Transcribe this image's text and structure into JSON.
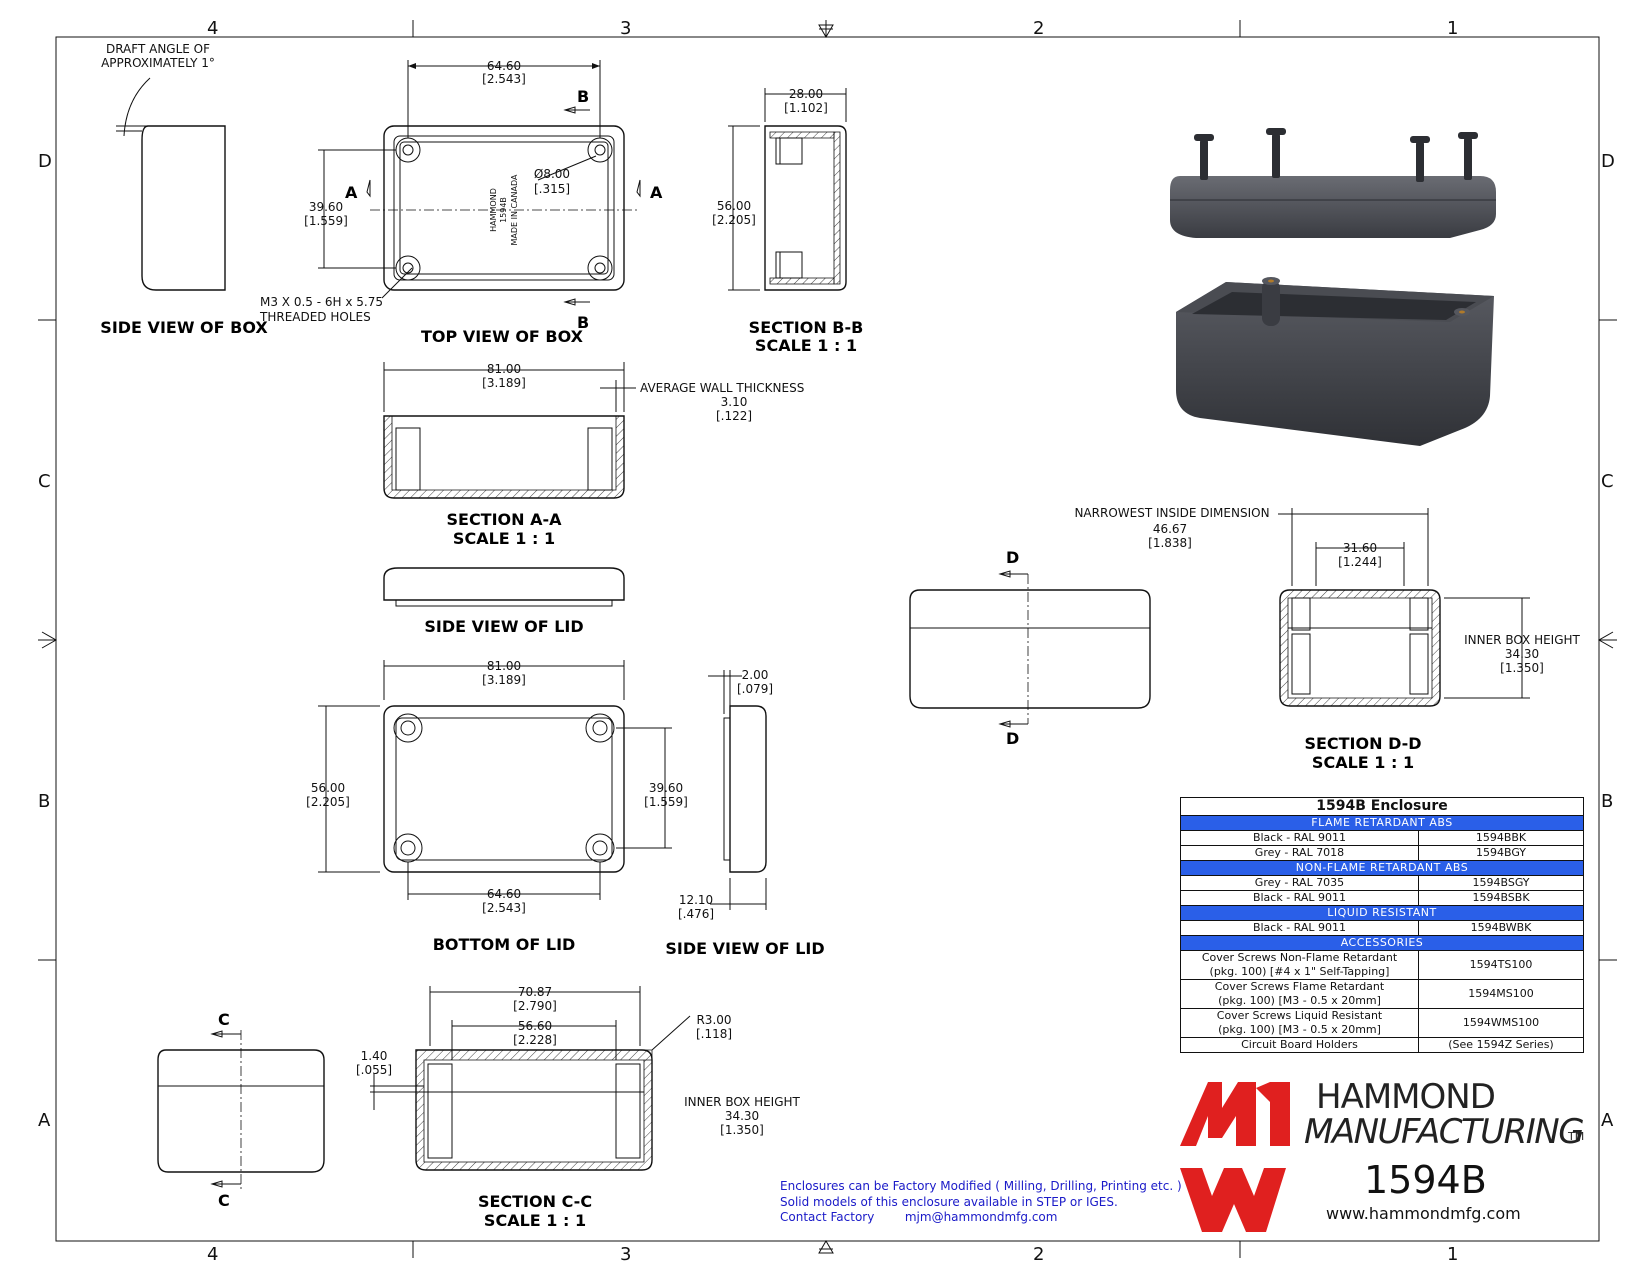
{
  "grid": {
    "columns": [
      "4",
      "3",
      "2",
      "1"
    ],
    "rows": [
      "D",
      "C",
      "B",
      "A"
    ]
  },
  "views": {
    "side_box_title": "SIDE VIEW OF BOX",
    "draft_note_1": "DRAFT ANGLE OF",
    "draft_note_2": "APPROXIMATELY 1°",
    "top_box_title": "TOP VIEW OF BOX",
    "thread_note_1": "M3 X 0.5 - 6H x 5.75",
    "thread_note_2": "THREADED HOLES",
    "section_bb_1": "SECTION  B-B",
    "section_bb_2": "SCALE 1 : 1",
    "section_aa_1": "SECTION  A-A",
    "section_aa_2": "SCALE 1 : 1",
    "side_lid_title": "SIDE VIEW OF LID",
    "bottom_lid_title": "BOTTOM OF LID",
    "side_lid_title_2": "SIDE VIEW OF LID",
    "section_cc_1": "SECTION  C-C",
    "section_cc_2": "SCALE 1 : 1",
    "section_dd_1": "SECTION  D-D",
    "section_dd_2": "SCALE 1 : 1",
    "wall_note": "AVERAGE  WALL THICKNESS",
    "narrow_note": "NARROWEST INSIDE DIMENSION",
    "inner_height_note": "INNER BOX HEIGHT",
    "inner_height_note_2": "INNER BOX HEIGHT",
    "label_a": "A",
    "label_b": "B",
    "label_c": "C",
    "label_d": "D",
    "stamp_1": "HAMMOND",
    "stamp_2": "1594B",
    "stamp_3": "MADE IN CANADA"
  },
  "dims": {
    "top_w": "64.60",
    "top_w_in": "[2.543]",
    "top_h": "39.60",
    "top_h_in": "[1.559]",
    "hole_d": "Ø8.00",
    "hole_d_in": "[.315]",
    "bb_w": "28.00",
    "bb_w_in": "[1.102]",
    "bb_h": "56.00",
    "bb_h_in": "[2.205]",
    "aa_w": "81.00",
    "aa_w_in": "[3.189]",
    "wall": "3.10",
    "wall_in": "[.122]",
    "lid_w": "81.00",
    "lid_w_in": "[3.189]",
    "lid_h": "56.00",
    "lid_h_in": "[2.205]",
    "lid_in_h": "39.60",
    "lid_in_h_in": "[1.559]",
    "lid_in_w": "64.60",
    "lid_in_w_in": "[2.543]",
    "lid_t": "2.00",
    "lid_t_in": "[.079]",
    "lid_side": "12.10",
    "lid_side_in": "[.476]",
    "cc_outer": "70.87",
    "cc_outer_in": "[2.790]",
    "cc_inner": "56.60",
    "cc_inner_in": "[2.228]",
    "cc_r": "R3.00",
    "cc_r_in": "[.118]",
    "cc_lip": "1.40",
    "cc_lip_in": "[.055]",
    "cc_inner_h": "34.30",
    "cc_inner_h_in": "[1.350]",
    "dd_narrow": "46.67",
    "dd_narrow_in": "[1.838]",
    "dd_w": "31.60",
    "dd_w_in": "[1.244]",
    "dd_inner_h": "34.30",
    "dd_inner_h_in": "[1.350]"
  },
  "table": {
    "title": "1594B Enclosure",
    "sections": [
      {
        "band": "FLAME RETARDANT ABS",
        "rows": [
          [
            "Black - RAL 9011",
            "1594BBK"
          ],
          [
            "Grey - RAL 7018",
            "1594BGY"
          ]
        ]
      },
      {
        "band": "NON-FLAME RETARDANT ABS",
        "rows": [
          [
            "Grey - RAL 7035",
            "1594BSGY"
          ],
          [
            "Black - RAL 9011",
            "1594BSBK"
          ]
        ]
      },
      {
        "band": "LIQUID RESISTANT",
        "rows": [
          [
            "Black - RAL 9011",
            "1594BWBK"
          ]
        ]
      },
      {
        "band": "ACCESSORIES",
        "rows": [
          [
            "Cover Screws Non-Flame Retardant",
            "(pkg. 100) [#4 x 1\" Self-Tapping]",
            "1594TS100"
          ],
          [
            "Cover Screws Flame Retardant",
            "(pkg. 100) [M3 - 0.5 x 20mm]",
            "1594MS100"
          ],
          [
            "Cover Screws Liquid Resistant",
            "(pkg. 100) [M3 - 0.5 x 20mm]",
            "1594WMS100"
          ],
          [
            "Circuit Board Holders",
            "(See 1594Z Series)"
          ]
        ]
      }
    ]
  },
  "notes": {
    "line1": "Enclosures can be Factory Modified ( Milling, Drilling, Printing etc. )",
    "line2": "Solid models of this enclosure available in STEP or IGES.",
    "line3": "Contact Factory        mjm@hammondmfg.com"
  },
  "brand": {
    "name_1": "HAMMOND",
    "name_2": "MANUFACTURING",
    "tm": "TM",
    "model": "1594B",
    "website": "www.hammondmfg.com"
  },
  "colors": {
    "band": "#2a5fe8",
    "logo_red": "#e0201f",
    "note_blue": "#1a1ac8",
    "enclosure": "#3a3c42"
  }
}
